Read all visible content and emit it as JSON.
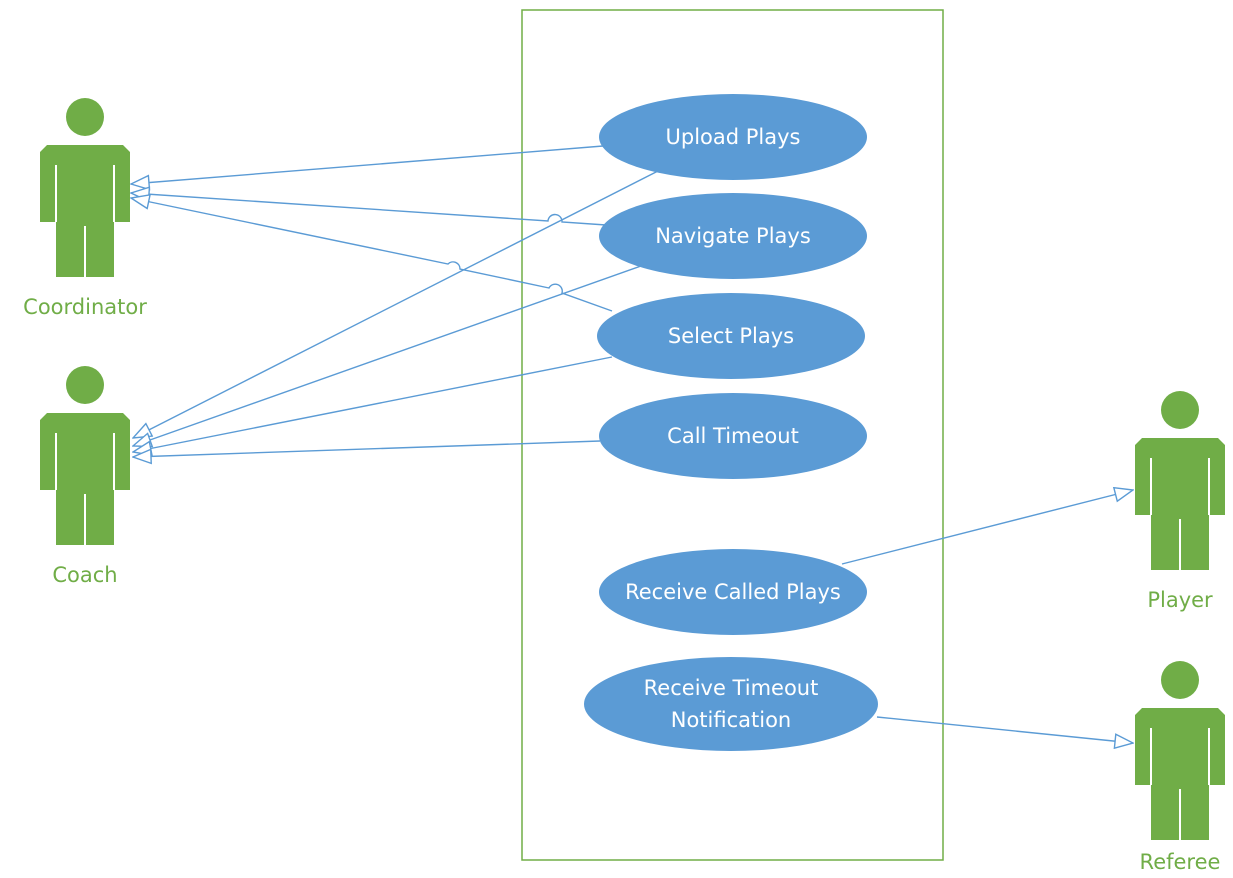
{
  "colors": {
    "actor": "#70ad47",
    "usecase": "#5b9bd5",
    "line": "#5b9bd5",
    "boundary": "#70ad47",
    "usecase_text": "#ffffff"
  },
  "actors": {
    "coordinator": "Coordinator",
    "coach": "Coach",
    "player": "Player",
    "referee": "Referee"
  },
  "usecases": {
    "upload": "Upload Plays",
    "navigate": "Navigate Plays",
    "select": "Select Plays",
    "timeout": "Call Timeout",
    "receive_plays": "Receive Called Plays",
    "receive_timeout_line1": "Receive Timeout",
    "receive_timeout_line2": "Notification"
  },
  "associations": [
    {
      "from": "Upload Plays",
      "to": "Coordinator"
    },
    {
      "from": "Navigate Plays",
      "to": "Coordinator"
    },
    {
      "from": "Select Plays",
      "to": "Coordinator"
    },
    {
      "from": "Upload Plays",
      "to": "Coach"
    },
    {
      "from": "Navigate Plays",
      "to": "Coach"
    },
    {
      "from": "Select Plays",
      "to": "Coach"
    },
    {
      "from": "Call Timeout",
      "to": "Coach"
    },
    {
      "from": "Receive Called Plays",
      "to": "Player"
    },
    {
      "from": "Receive Timeout Notification",
      "to": "Referee"
    }
  ]
}
